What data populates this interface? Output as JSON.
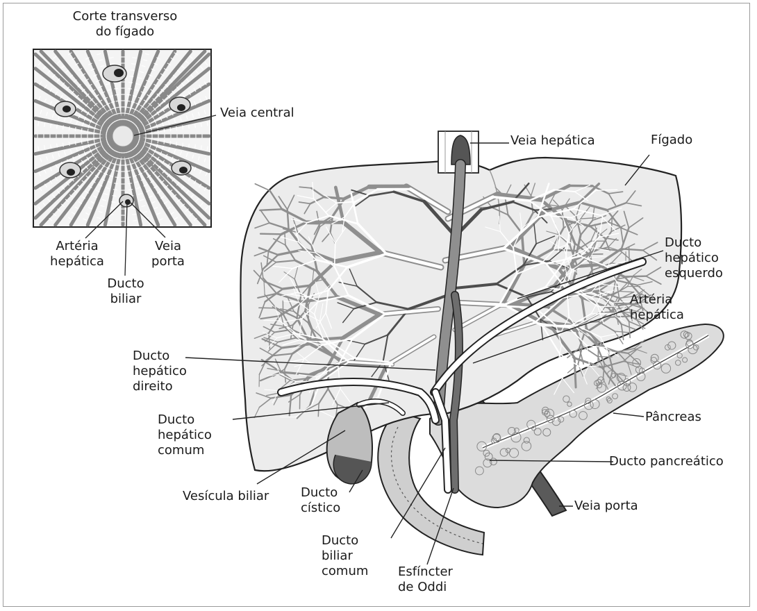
{
  "labels": {
    "inset_title": "Corte transverso\ndo fígado",
    "central_vein": "Veia central",
    "inset_hepatic_artery": "Artéria\nhepática",
    "inset_portal_vein": "Veia\nporta",
    "inset_bile_duct": "Ducto\nbiliar",
    "hepatic_vein": "Veia hepática",
    "liver": "Fígado",
    "left_hepatic_duct": "Ducto\nhepático\nesquerdo",
    "hepatic_artery": "Artéria\nhepática",
    "right_hepatic_duct": "Ducto\nhepático\ndireito",
    "common_hepatic_duct": "Ducto\nhepático\ncomum",
    "pancreas": "Pâncreas",
    "pancreatic_duct": "Ducto pancreático",
    "portal_vein": "Veia porta",
    "gallbladder": "Vesícula biliar",
    "cystic_duct": "Ducto\ncístico",
    "common_bile_duct": "Ducto\nbiliar\ncomum",
    "sphincter_of_oddi": "Esfíncter\nde Oddi"
  },
  "colors": {
    "outline": "#222222",
    "liver_fill": "#ececec",
    "vessel_gray": "#8a8a8a",
    "vessel_dark": "#4a4a4a",
    "gallbladder_fill": "#b8b8b8",
    "pancreas_fill": "#dcdcdc",
    "duct_fill": "#ffffff"
  }
}
